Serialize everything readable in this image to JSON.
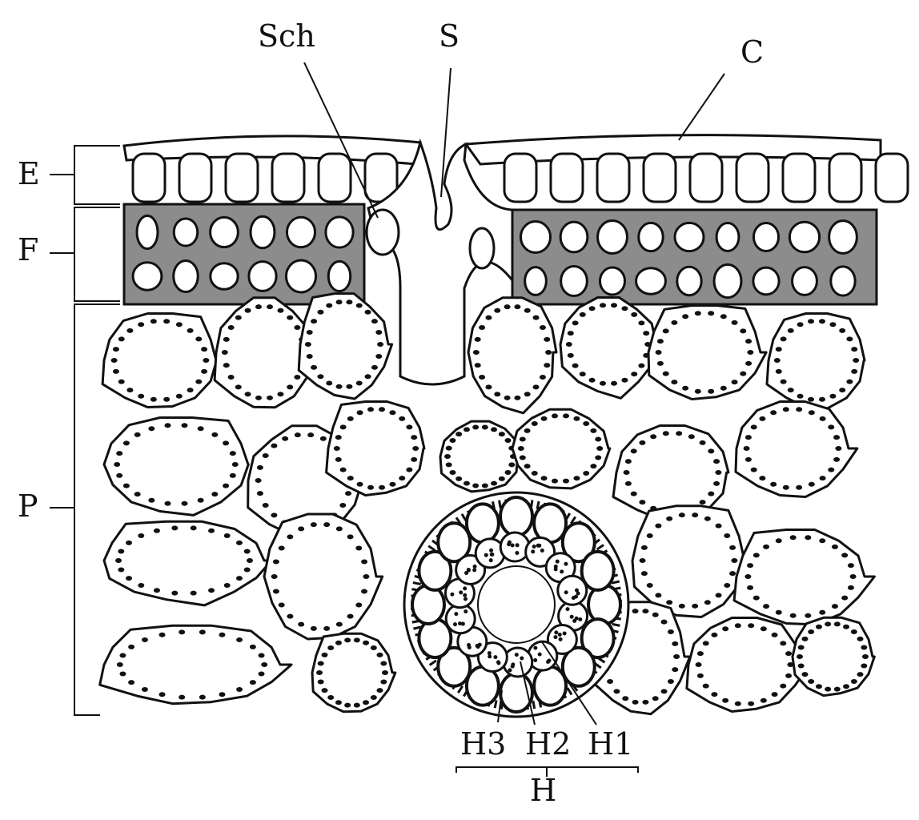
{
  "labels": {
    "sch": "Sch",
    "s": "S",
    "c": "C",
    "e": "E",
    "f": "F",
    "p": "P",
    "h3": "H3",
    "h2": "H2",
    "h1": "H1",
    "h": "H"
  },
  "colors": {
    "ink": "#111111",
    "hypodermis_fill": "#8c8c8c",
    "paper": "#ffffff"
  }
}
